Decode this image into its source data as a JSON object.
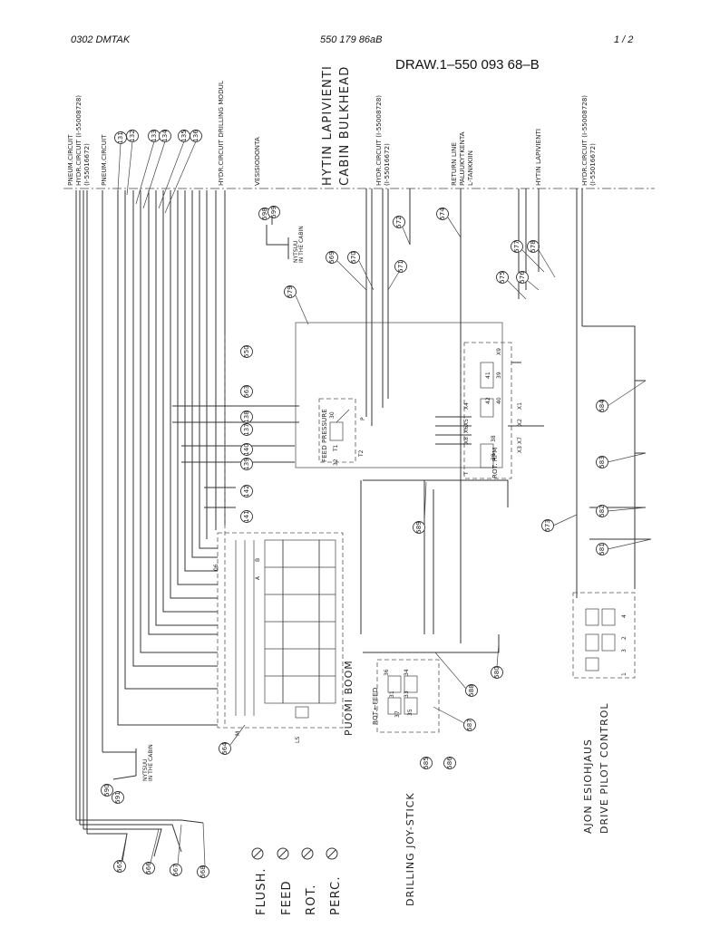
{
  "header": {
    "left": "0302 DMTAK",
    "center": "550 179 86aB",
    "right": "1 /  2",
    "drawing_number": "DRAW.1–550 093 68–B"
  },
  "top_labels": {
    "pneum_1": "PNEUM.CIRCUIT",
    "hydr_1": "HYDR.CIRCUIT (I-55008728)",
    "hydr_1b": "(I-55016672)",
    "pneum_2": "PNEUM.CIRCUIT",
    "hydr_drilling": "HYDR.CIRCUIT DRILLING MODUL",
    "vesisiodonta": "VESISIODONTA",
    "hytin_lapivienti": "HYTIN LAPIVIENTI",
    "cabin_bulkhead": "CABIN BULKHEAD",
    "hydr_2": "HYDR.CIRCUIT (I-55008728)",
    "hydr_2b": "(I-55016672)",
    "return_line": "RETURN LINE",
    "paluukytkenta": "PALUUKYTKENTA",
    "l_tankkiin": "L-TANKKIIN",
    "hytin_lapivienti_2": "HYTIN LAPIVIENTI",
    "hydr_3": "HYDR.CIRCUIT (I-55008728)",
    "hydr_3b": "(I-55016672)"
  },
  "section_labels": {
    "feed_pressure": "FEED PRESSURE",
    "puomi_boom": "PUOMI  BOOM",
    "drilling_joystick": "DRILLING JOY-STICK",
    "ajon_esiohjaus": "AJON ESIOHJAUS",
    "drive_pilot_control": "DRIVE PILOT CONTROL",
    "rot_feed": "ROT.←FEED",
    "rot_rpm": "ROT. RPM",
    "nytsuu": "NYTSUU",
    "in_the_cabin": "IN THE CABIN"
  },
  "gauges": [
    {
      "label": "FLUSH.",
      "icon": "pressure-gauge-icon"
    },
    {
      "label": "FEED",
      "icon": "pressure-gauge-icon"
    },
    {
      "label": "ROT.",
      "icon": "pressure-gauge-icon"
    },
    {
      "label": "PERC.",
      "icon": "pressure-gauge-icon"
    }
  ],
  "callouts": [
    "131",
    "132",
    "133",
    "134",
    "135",
    "136",
    "598",
    "599",
    "569",
    "570",
    "571",
    "572",
    "574",
    "575",
    "576",
    "577",
    "578",
    "579",
    "550",
    "563",
    "138",
    "137",
    "140",
    "139",
    "142",
    "141",
    "564",
    "590",
    "591",
    "565",
    "566",
    "567",
    "568",
    "589",
    "588",
    "587",
    "585",
    "586",
    "580",
    "581",
    "582",
    "583",
    "584",
    "573"
  ],
  "port_labels": [
    "X9",
    "X1",
    "X2",
    "X3",
    "X4",
    "X5",
    "X6",
    "X7",
    "X8",
    "P",
    "T",
    "T1",
    "T2",
    "LS",
    "M",
    "39",
    "40",
    "41",
    "42",
    "29",
    "30",
    "31",
    "32",
    "33",
    "34",
    "35",
    "36",
    "37",
    "38",
    "06",
    "B",
    "A",
    "2",
    "3",
    "4",
    "1"
  ]
}
